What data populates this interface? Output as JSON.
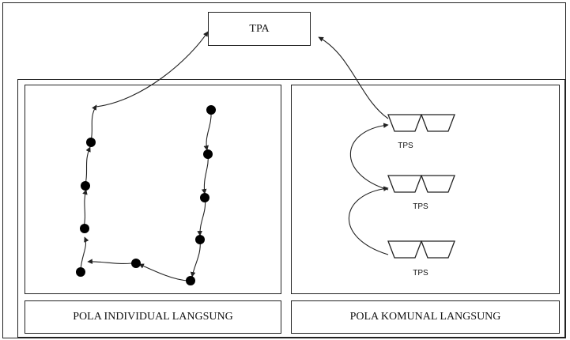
{
  "diagram": {
    "tpa_label": "TPA",
    "tps_labels": [
      "TPS",
      "TPS",
      "TPS"
    ],
    "left_caption": "POLA INDIVIDUAL LANGSUNG",
    "right_caption": "POLA KOMUNAL LANGSUNG"
  },
  "colors": {
    "stroke": "#222222",
    "dot": "#000000",
    "background": "#ffffff"
  }
}
